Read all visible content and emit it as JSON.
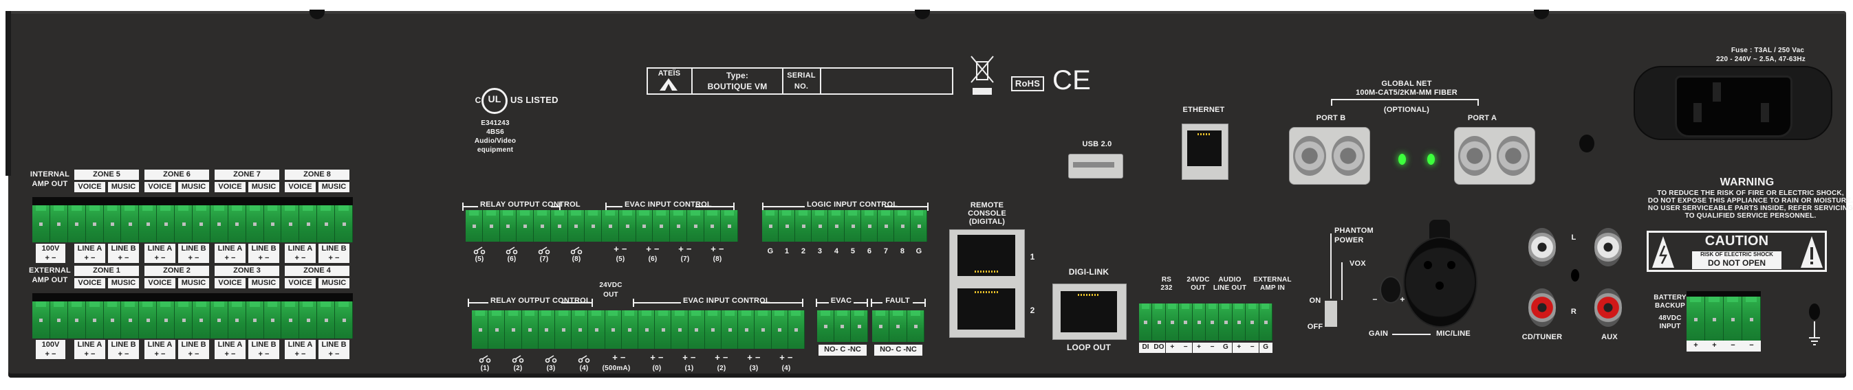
{
  "colors": {
    "panel": "#2d2c2b",
    "terminal_green": "#1f8f3a",
    "led_green": "#3dff3d",
    "rca_white": "#e6e6e6",
    "rca_red": "#d01818"
  },
  "compliance": {
    "ul_prefix": "C",
    "ul_mark": "UL",
    "ul_suffix": "US LISTED",
    "ul_lines": [
      "E341243",
      "4BS6",
      "Audio/Video",
      "equipment"
    ],
    "rohs": "RoHS",
    "ce": "CE",
    "weee_icon": "crossed-bin-icon"
  },
  "nameplate": {
    "brand": "ATEÏS",
    "type_label": "Type:",
    "type_value": "BOUTIQUE VM",
    "serial_label": "SERIAL",
    "serial_label2": "NO."
  },
  "zones": {
    "internal": {
      "title": [
        "INTERNAL",
        "AMP OUT"
      ],
      "zones": [
        "ZONE 5",
        "ZONE 6",
        "ZONE 7",
        "ZONE 8"
      ]
    },
    "external": {
      "title": [
        "EXTERNAL",
        "AMP OUT"
      ],
      "zones": [
        "ZONE 1",
        "ZONE 2",
        "ZONE 3",
        "ZONE 4"
      ]
    },
    "voice": "VOICE",
    "music": "MUSIC",
    "amp": "100V",
    "line_a": "LINE A",
    "line_b": "LINE B",
    "polarity": "+   −"
  },
  "control_top": {
    "relay": "RELAY OUTPUT CONTROL",
    "evac": "EVAC INPUT CONTROL",
    "relay_channels": [
      "(5)",
      "(6)",
      "(7)",
      "(8)"
    ],
    "evac_channels": [
      "(5)",
      "(6)",
      "(7)",
      "(8)"
    ],
    "logic": "LOGIC INPUT CONTROL",
    "logic_pins": [
      "G",
      "1",
      "2",
      "3",
      "4",
      "5",
      "6",
      "7",
      "8",
      "G"
    ],
    "polarity": "+   −"
  },
  "control_bottom": {
    "relay": "RELAY OUTPUT CONTROL",
    "dc": [
      "24VDC",
      "OUT"
    ],
    "dc_current": "(500mA)",
    "evac": "EVAC INPUT CONTROL",
    "relay_channels": [
      "(1)",
      "(2)",
      "(3)",
      "(4)"
    ],
    "evac_channels": [
      "(0)",
      "(1)",
      "(2)",
      "(3)",
      "(4)"
    ],
    "evac_relay": "EVAC",
    "fault_relay": "FAULT",
    "contacts": "NO- C -NC",
    "polarity": "+   −"
  },
  "remote_console": {
    "title": [
      "REMOTE",
      "CONSOLE",
      "(DIGITAL)"
    ],
    "ports": [
      "1",
      "2"
    ]
  },
  "digi_link": {
    "title": "DIGI-LINK",
    "sub": "LOOP OUT"
  },
  "usb": "USB 2.0",
  "ethernet": "ETHERNET",
  "global_net": {
    "title": "GLOBAL NET",
    "spec": "100M-CAT5/2KM-MM FIBER",
    "optional": "(OPTIONAL)",
    "port_b": "PORT B",
    "port_a": "PORT A"
  },
  "power": {
    "fuse": "Fuse : T3AL / 250 Vac",
    "rating": "220 - 240V ~ 2.5A, 47-63Hz"
  },
  "warning": {
    "title": "WARNING",
    "lines": [
      "TO REDUCE THE RISK OF FIRE OR ELECTRIC SHOCK,",
      "DO NOT EXPOSE THIS APPLIANCE TO RAIN OR MOISTURE.",
      "NO USER SERVICEABLE PARTS INSIDE, REFER SERVICING",
      "TO QUALIFIED SERVICE PERSONNEL."
    ]
  },
  "caution": {
    "title": "CAUTION",
    "risk": "RISK OF ELECTRIC SHOCK",
    "do_not_open": "DO NOT OPEN"
  },
  "io_block": {
    "labels": [
      [
        "RS",
        "232"
      ],
      [
        "24VDC",
        "OUT"
      ],
      [
        "AUDIO",
        "LINE OUT"
      ],
      [
        "EXTERNAL",
        "AMP IN"
      ]
    ],
    "pins": [
      "DI",
      "DO",
      "+",
      "−",
      "+",
      "−",
      "G",
      "+",
      "−",
      "G"
    ]
  },
  "phantom": {
    "title": [
      "PHANTOM",
      "POWER"
    ],
    "vox": "VOX",
    "on": "ON",
    "off": "OFF"
  },
  "mic": {
    "gain": "GAIN",
    "mic_line": "MIC/LINE",
    "minus": "−",
    "plus": "+"
  },
  "rca": {
    "l": "L",
    "r": "R",
    "cd": "CD/TUNER",
    "aux": "AUX"
  },
  "battery": {
    "title": [
      "BATTERY",
      "BACKUP"
    ],
    "input": [
      "48VDC",
      "INPUT"
    ],
    "pins": [
      "+",
      "+",
      "−",
      "−"
    ]
  }
}
